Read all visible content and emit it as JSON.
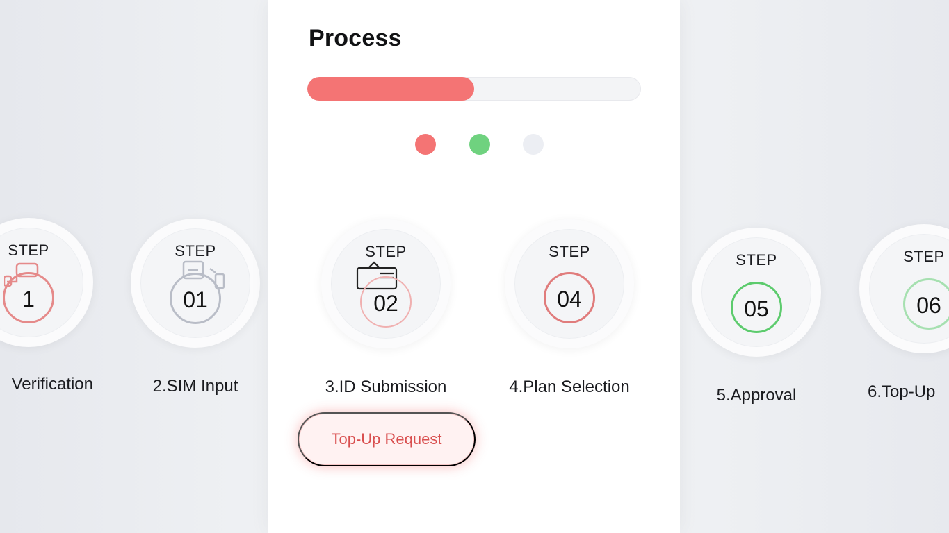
{
  "header": {
    "title": "Process"
  },
  "progress": {
    "fraction": 0.5,
    "fill_color": "#f47474"
  },
  "status_dots": [
    {
      "color": "#f47474"
    },
    {
      "color": "#6fd27f"
    },
    {
      "color": "#eceef3"
    }
  ],
  "steps": [
    {
      "label": "STEP",
      "number": "1",
      "title": "Verification",
      "ring_color": "#e58a8a",
      "icon": "chat-bubble-icon"
    },
    {
      "label": "STEP",
      "number": "01",
      "title": "2.SIM Input",
      "ring_color": "#b9bdc7",
      "icon": "sim-card-icon"
    },
    {
      "label": "STEP",
      "number": "02",
      "title": "3.ID Submission",
      "ring_color": "#f0b0b0",
      "icon": "id-document-icon"
    },
    {
      "label": "STEP",
      "number": "04",
      "title": "4.Plan Selection",
      "ring_color": "#e07c7c"
    },
    {
      "label": "STEP",
      "number": "05",
      "title": "5.Approval",
      "ring_color": "#5ccb6d"
    },
    {
      "label": "STEP",
      "number": "06",
      "title": "6.Top-Up",
      "ring_color": "#a6e0b0"
    }
  ],
  "actions": {
    "request_label": "Top-Up Request"
  }
}
